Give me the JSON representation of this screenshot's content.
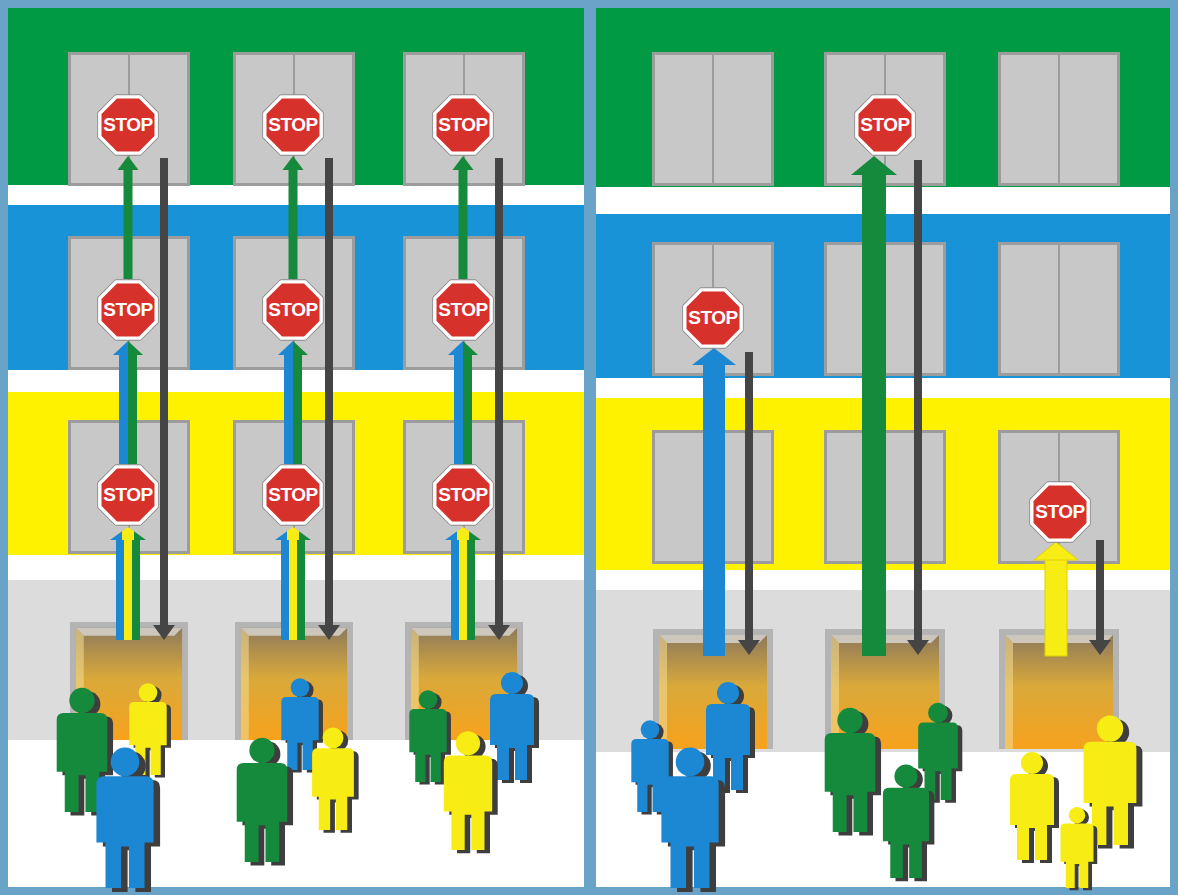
{
  "diagram": {
    "nodes": [
      {
        "text": [
          "STOP"
        ]
      },
      {
        "text": [
          "STOP"
        ]
      },
      {
        "text": [
          "STOP"
        ]
      },
      {
        "text": [
          "STOP"
        ]
      },
      {
        "text": [
          "STOP"
        ]
      },
      {
        "text": [
          "STOP"
        ]
      },
      {
        "text": [
          "STOP"
        ]
      },
      {
        "text": [
          "STOP"
        ]
      },
      {
        "text": [
          "STOP"
        ]
      },
      {
        "text": [
          "STOP"
        ]
      },
      {
        "text": [
          "STOP"
        ]
      },
      {
        "text": [
          "STOP"
        ]
      }
    ],
    "edges": [
      {
        "from": 6,
        "to": 3,
        "arrow": "to"
      },
      {
        "from": 3,
        "to": 0,
        "arrow": "to"
      },
      {
        "from": 7,
        "to": 4,
        "arrow": "to"
      },
      {
        "from": 4,
        "to": 1,
        "arrow": "to"
      },
      {
        "from": 8,
        "to": 5,
        "arrow": "to"
      },
      {
        "from": 5,
        "to": 2,
        "arrow": "to"
      }
    ]
  }
}
